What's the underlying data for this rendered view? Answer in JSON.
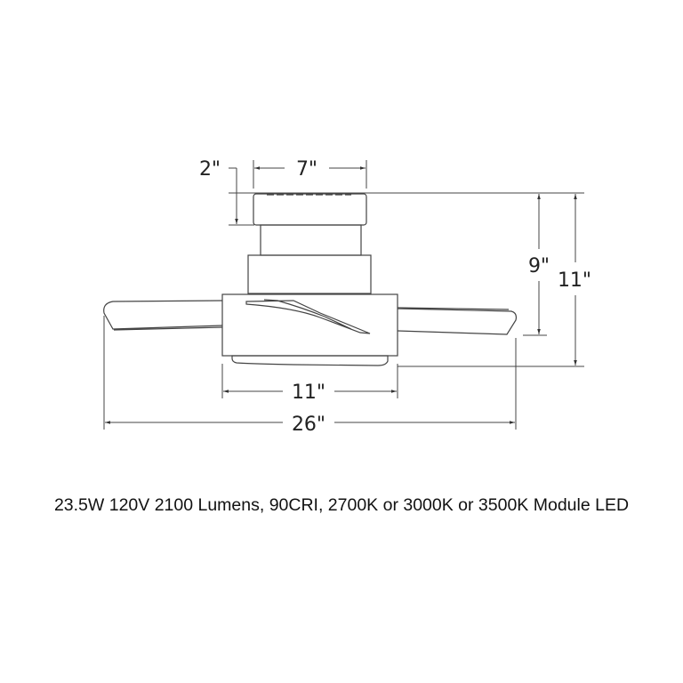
{
  "dimensions": {
    "canopy_height": "2\"",
    "canopy_width": "7\"",
    "height_to_blade": "9\"",
    "overall_height": "11\"",
    "body_width": "11\"",
    "overall_span": "26\""
  },
  "spec_text": "23.5W 120V 2100 Lumens, 90CRI, 2700K or 3000K or 3500K Module LED",
  "colors": {
    "line": "#333333",
    "text": "#111111",
    "background": "#ffffff"
  }
}
